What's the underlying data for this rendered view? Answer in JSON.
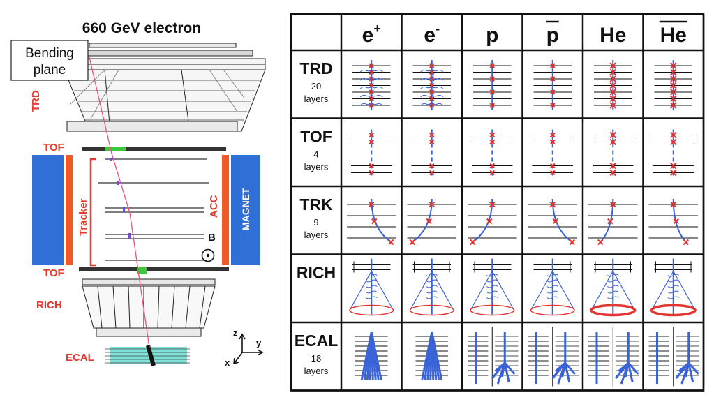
{
  "detector": {
    "title": "660 GeV electron",
    "bending_plane": [
      "Bending",
      "plane"
    ],
    "labels": {
      "trd": "TRD",
      "tof_top": "TOF",
      "tracker": "Tracker",
      "acc": "ACC",
      "magnet": "MAGNET",
      "b_field": "B",
      "tof_bottom": "TOF",
      "rich": "RICH",
      "ecal": "ECAL"
    },
    "axes": {
      "z": "z",
      "y": "y",
      "x": "x"
    },
    "colors": {
      "label_red": "#e8392c",
      "magnet_blue": "#2f6fd6",
      "acc_orange": "#f05a28",
      "track_pink": "#e8508a",
      "tof_green": "#3cc83c",
      "ecal_cyan": "#7fe0d6"
    }
  },
  "table": {
    "columns": [
      {
        "sym": "e",
        "sup": "+",
        "bar": false
      },
      {
        "sym": "e",
        "sup": "-",
        "bar": false
      },
      {
        "sym": "p",
        "sup": "",
        "bar": false
      },
      {
        "sym": "p",
        "sup": "",
        "bar": true
      },
      {
        "sym": "He",
        "sup": "",
        "bar": false
      },
      {
        "sym": "He",
        "sup": "",
        "bar": true
      }
    ],
    "rows": [
      {
        "name": "TRD",
        "sub": [
          "20",
          "layers"
        ]
      },
      {
        "name": "TOF",
        "sub": [
          "4",
          "layers"
        ]
      },
      {
        "name": "TRK",
        "sub": [
          "9",
          "layers"
        ]
      },
      {
        "name": "RICH",
        "sub": []
      },
      {
        "name": "ECAL",
        "sub": [
          "18",
          "layers"
        ]
      }
    ]
  }
}
